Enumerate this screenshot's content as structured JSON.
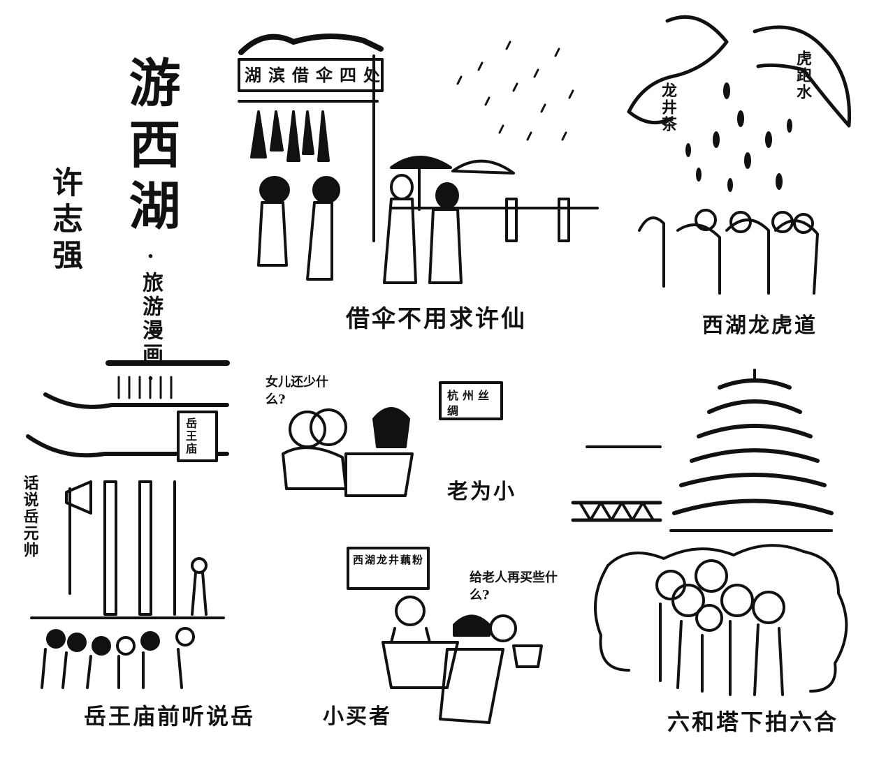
{
  "header": {
    "title": "游西湖",
    "author": "许志强",
    "subtitle": "·旅游漫画·"
  },
  "panels": [
    {
      "caption": "借伞不用求许仙",
      "shop_sign": "湖滨借伞四处"
    },
    {
      "caption": "西湖龙虎道",
      "dragon_label": "龙井茶",
      "tiger_label": "虎跑水"
    },
    {
      "caption": "岳王庙前听说岳",
      "speech": "话说岳元帅",
      "temple_plaque": "岳王庙"
    },
    {
      "caption": "小买者",
      "center_title": "老为小",
      "speech_top": "女儿还少什么?",
      "sign_top": "杭州丝绸",
      "speech_bottom": "给老人再买些什么?",
      "sign_bottom": "西湖龙井藕粉"
    },
    {
      "caption": "六和塔下拍六合"
    }
  ],
  "colors": {
    "ink": "#111111",
    "paper": "#ffffff"
  }
}
